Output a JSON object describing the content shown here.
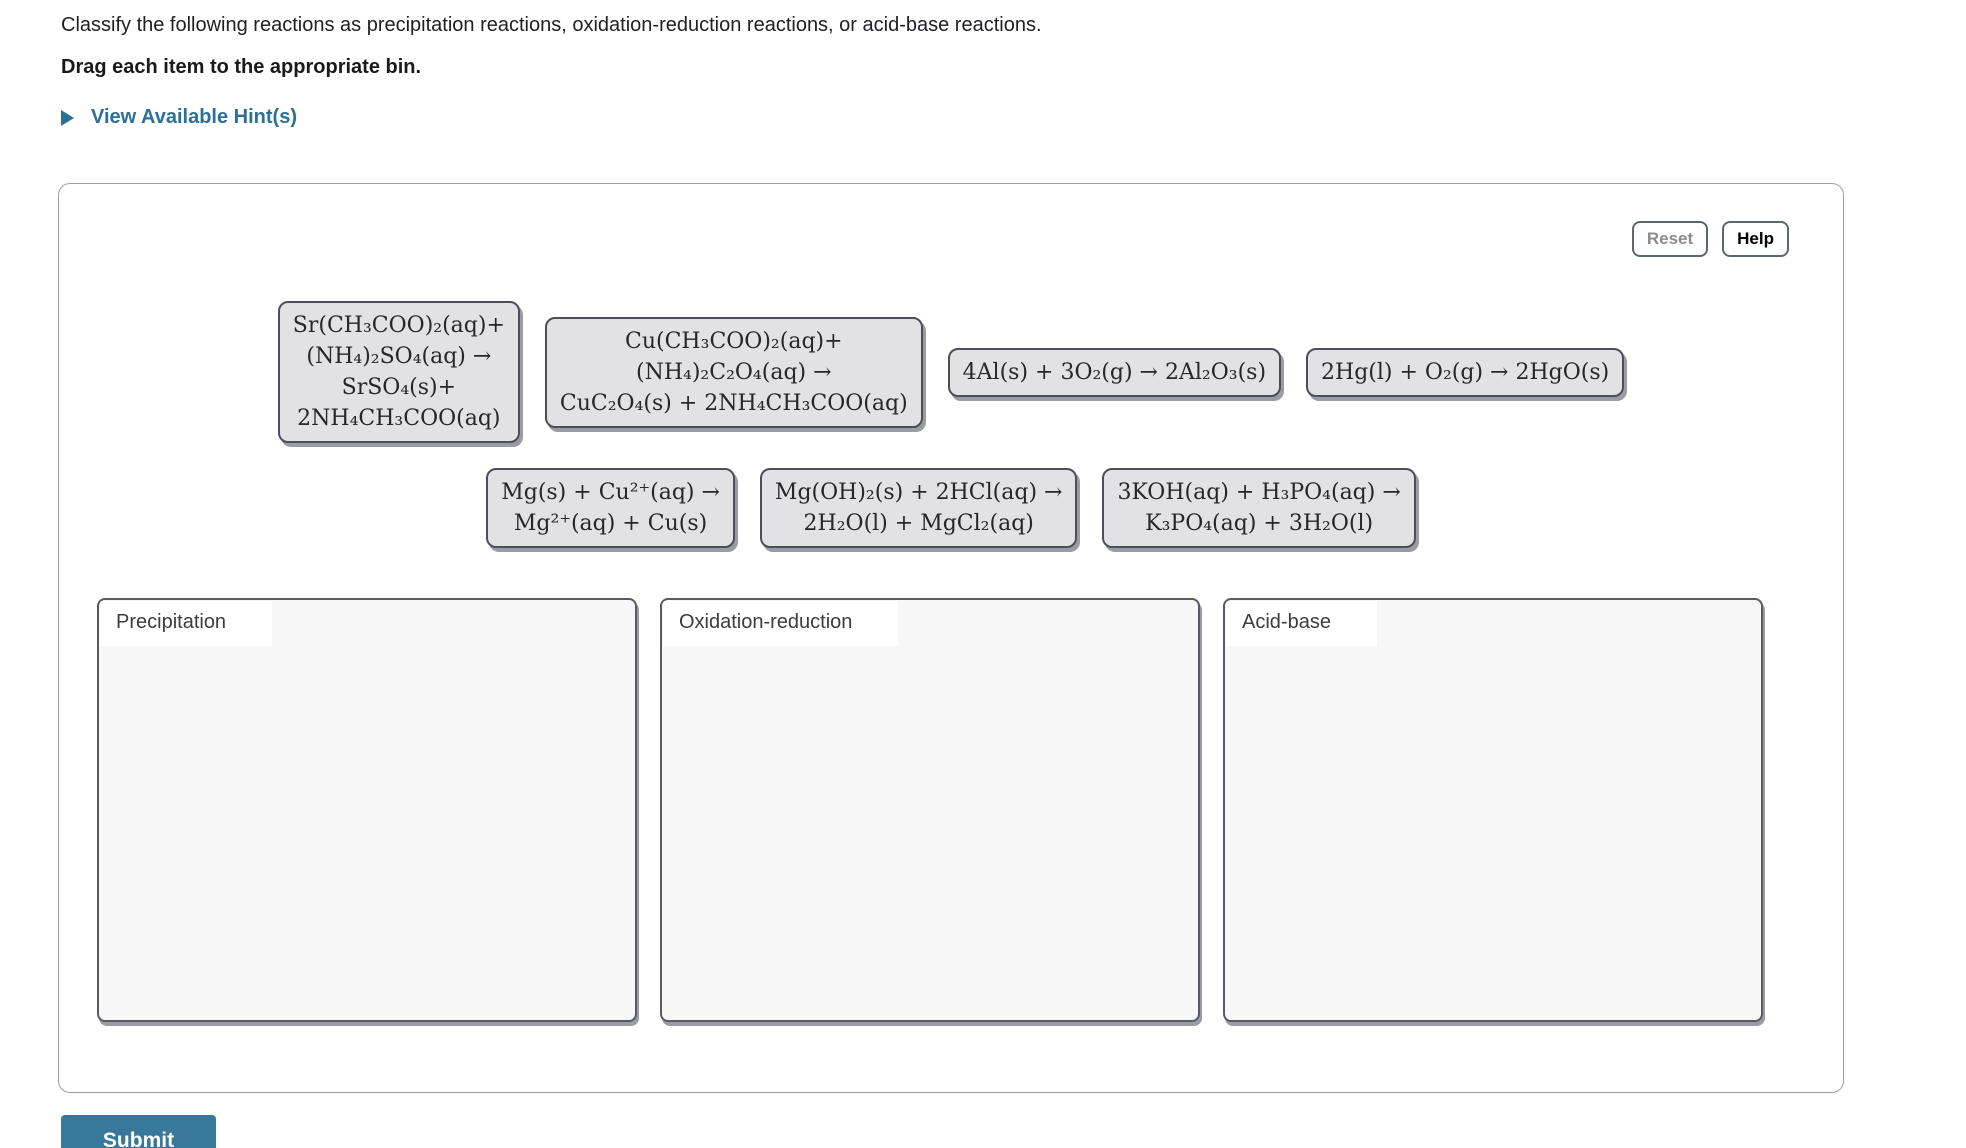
{
  "header": {
    "instruction": "Classify the following reactions as precipitation reactions, oxidation-reduction reactions, or acid-base reactions.",
    "drag_instruction": "Drag each item to the appropriate bin.",
    "hint_link": "View Available Hint(s)"
  },
  "board": {
    "reset_label": "Reset",
    "help_label": "Help"
  },
  "items_row1": [
    "Sr(CH₃COO)₂(aq)+\n(NH₄)₂SO₄(aq) →\nSrSO₄(s)+\n2NH₄CH₃COO(aq)",
    "Cu(CH₃COO)₂(aq)+\n(NH₄)₂C₂O₄(aq) →\nCuC₂O₄(s) + 2NH₄CH₃COO(aq)",
    "4Al(s) + 3O₂(g) → 2Al₂O₃(s)",
    "2Hg(l) + O₂(g) → 2HgO(s)"
  ],
  "items_row2": [
    "Mg(s) + Cu²⁺(aq) →\nMg²⁺(aq) + Cu(s)",
    "Mg(OH)₂(s) + 2HCl(aq) →\n2H₂O(l) + MgCl₂(aq)",
    "3KOH(aq) + H₃PO₄(aq) →\nK₃PO₄(aq) + 3H₂O(l)"
  ],
  "bins": [
    {
      "label": "Precipitation"
    },
    {
      "label": "Oxidation-reduction"
    },
    {
      "label": "Acid-base"
    }
  ],
  "submit_label": "Submit",
  "colors": {
    "link_teal": "#2D7095",
    "submit_teal": "#37789B",
    "item_bg": "#E2E2E4",
    "item_border": "#4E4E58",
    "bin_bg": "#F7F7F8",
    "bin_border": "#5A5A66"
  }
}
